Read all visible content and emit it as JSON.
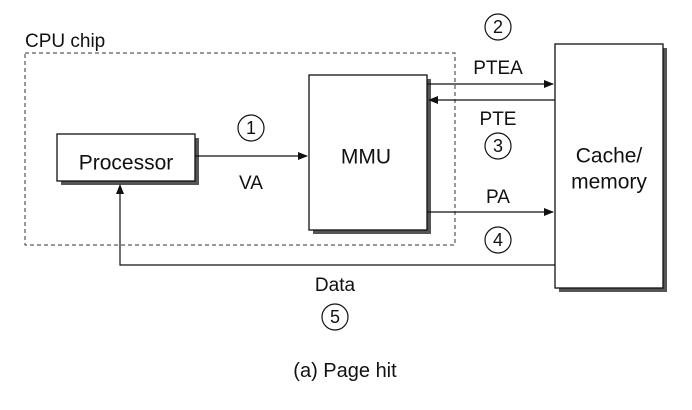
{
  "cpu_chip_label": "CPU chip",
  "blocks": {
    "processor": "Processor",
    "mmu": "MMU",
    "cache_line1": "Cache/",
    "cache_line2": "memory"
  },
  "signals": {
    "va": "VA",
    "ptea": "PTEA",
    "pte": "PTE",
    "pa": "PA",
    "data": "Data"
  },
  "steps": [
    "1",
    "2",
    "3",
    "4",
    "5"
  ],
  "caption": "(a) Page hit"
}
